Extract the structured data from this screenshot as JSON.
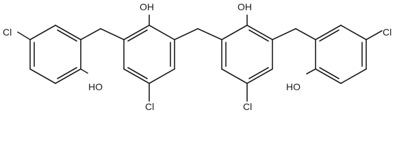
{
  "molecule": {
    "labels": {
      "oh_ring1": "HO",
      "oh_ring2": "OH",
      "oh_ring3": "OH",
      "oh_ring4": "HO",
      "cl_ring1": "Cl",
      "cl_ring2": "Cl",
      "cl_ring3": "Cl",
      "cl_ring4": "Cl"
    }
  },
  "colors": {
    "ink": "#1a1a1a",
    "background": "#ffffff"
  }
}
